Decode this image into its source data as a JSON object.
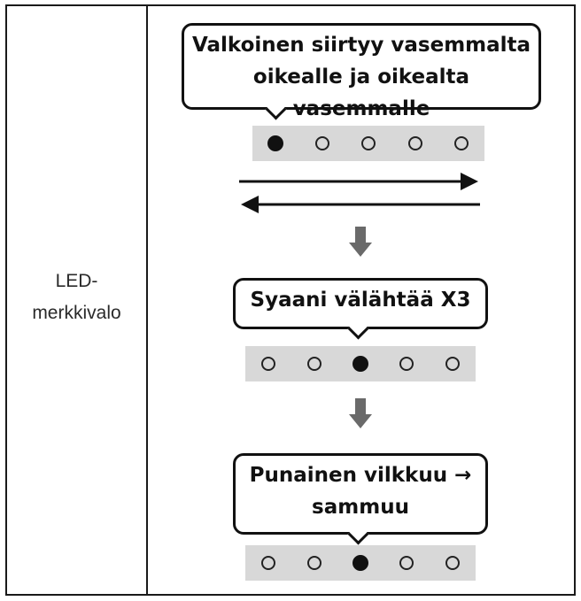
{
  "left_label": [
    "LED-",
    "merkkivalo"
  ],
  "steps": [
    {
      "caption_lines": [
        "Valkoinen siirtyy vasemmalta",
        "oikealle ja oikealta vasemmalle"
      ],
      "active_led": 1,
      "led_count": 5
    },
    {
      "caption_lines": [
        "Syaani välähtää X3"
      ],
      "active_led": 3,
      "led_count": 5
    },
    {
      "caption_lines": [
        "Punainen vilkkuu →",
        "sammuu"
      ],
      "active_led": 3,
      "led_count": 5
    }
  ],
  "icons": {
    "step_transition": "down-arrow-icon",
    "direction": "left-right-arrows-icon"
  },
  "colors": {
    "border": "#1a1a1a",
    "strip": "#d8d8d8",
    "arrow": "#6a6a6a"
  }
}
